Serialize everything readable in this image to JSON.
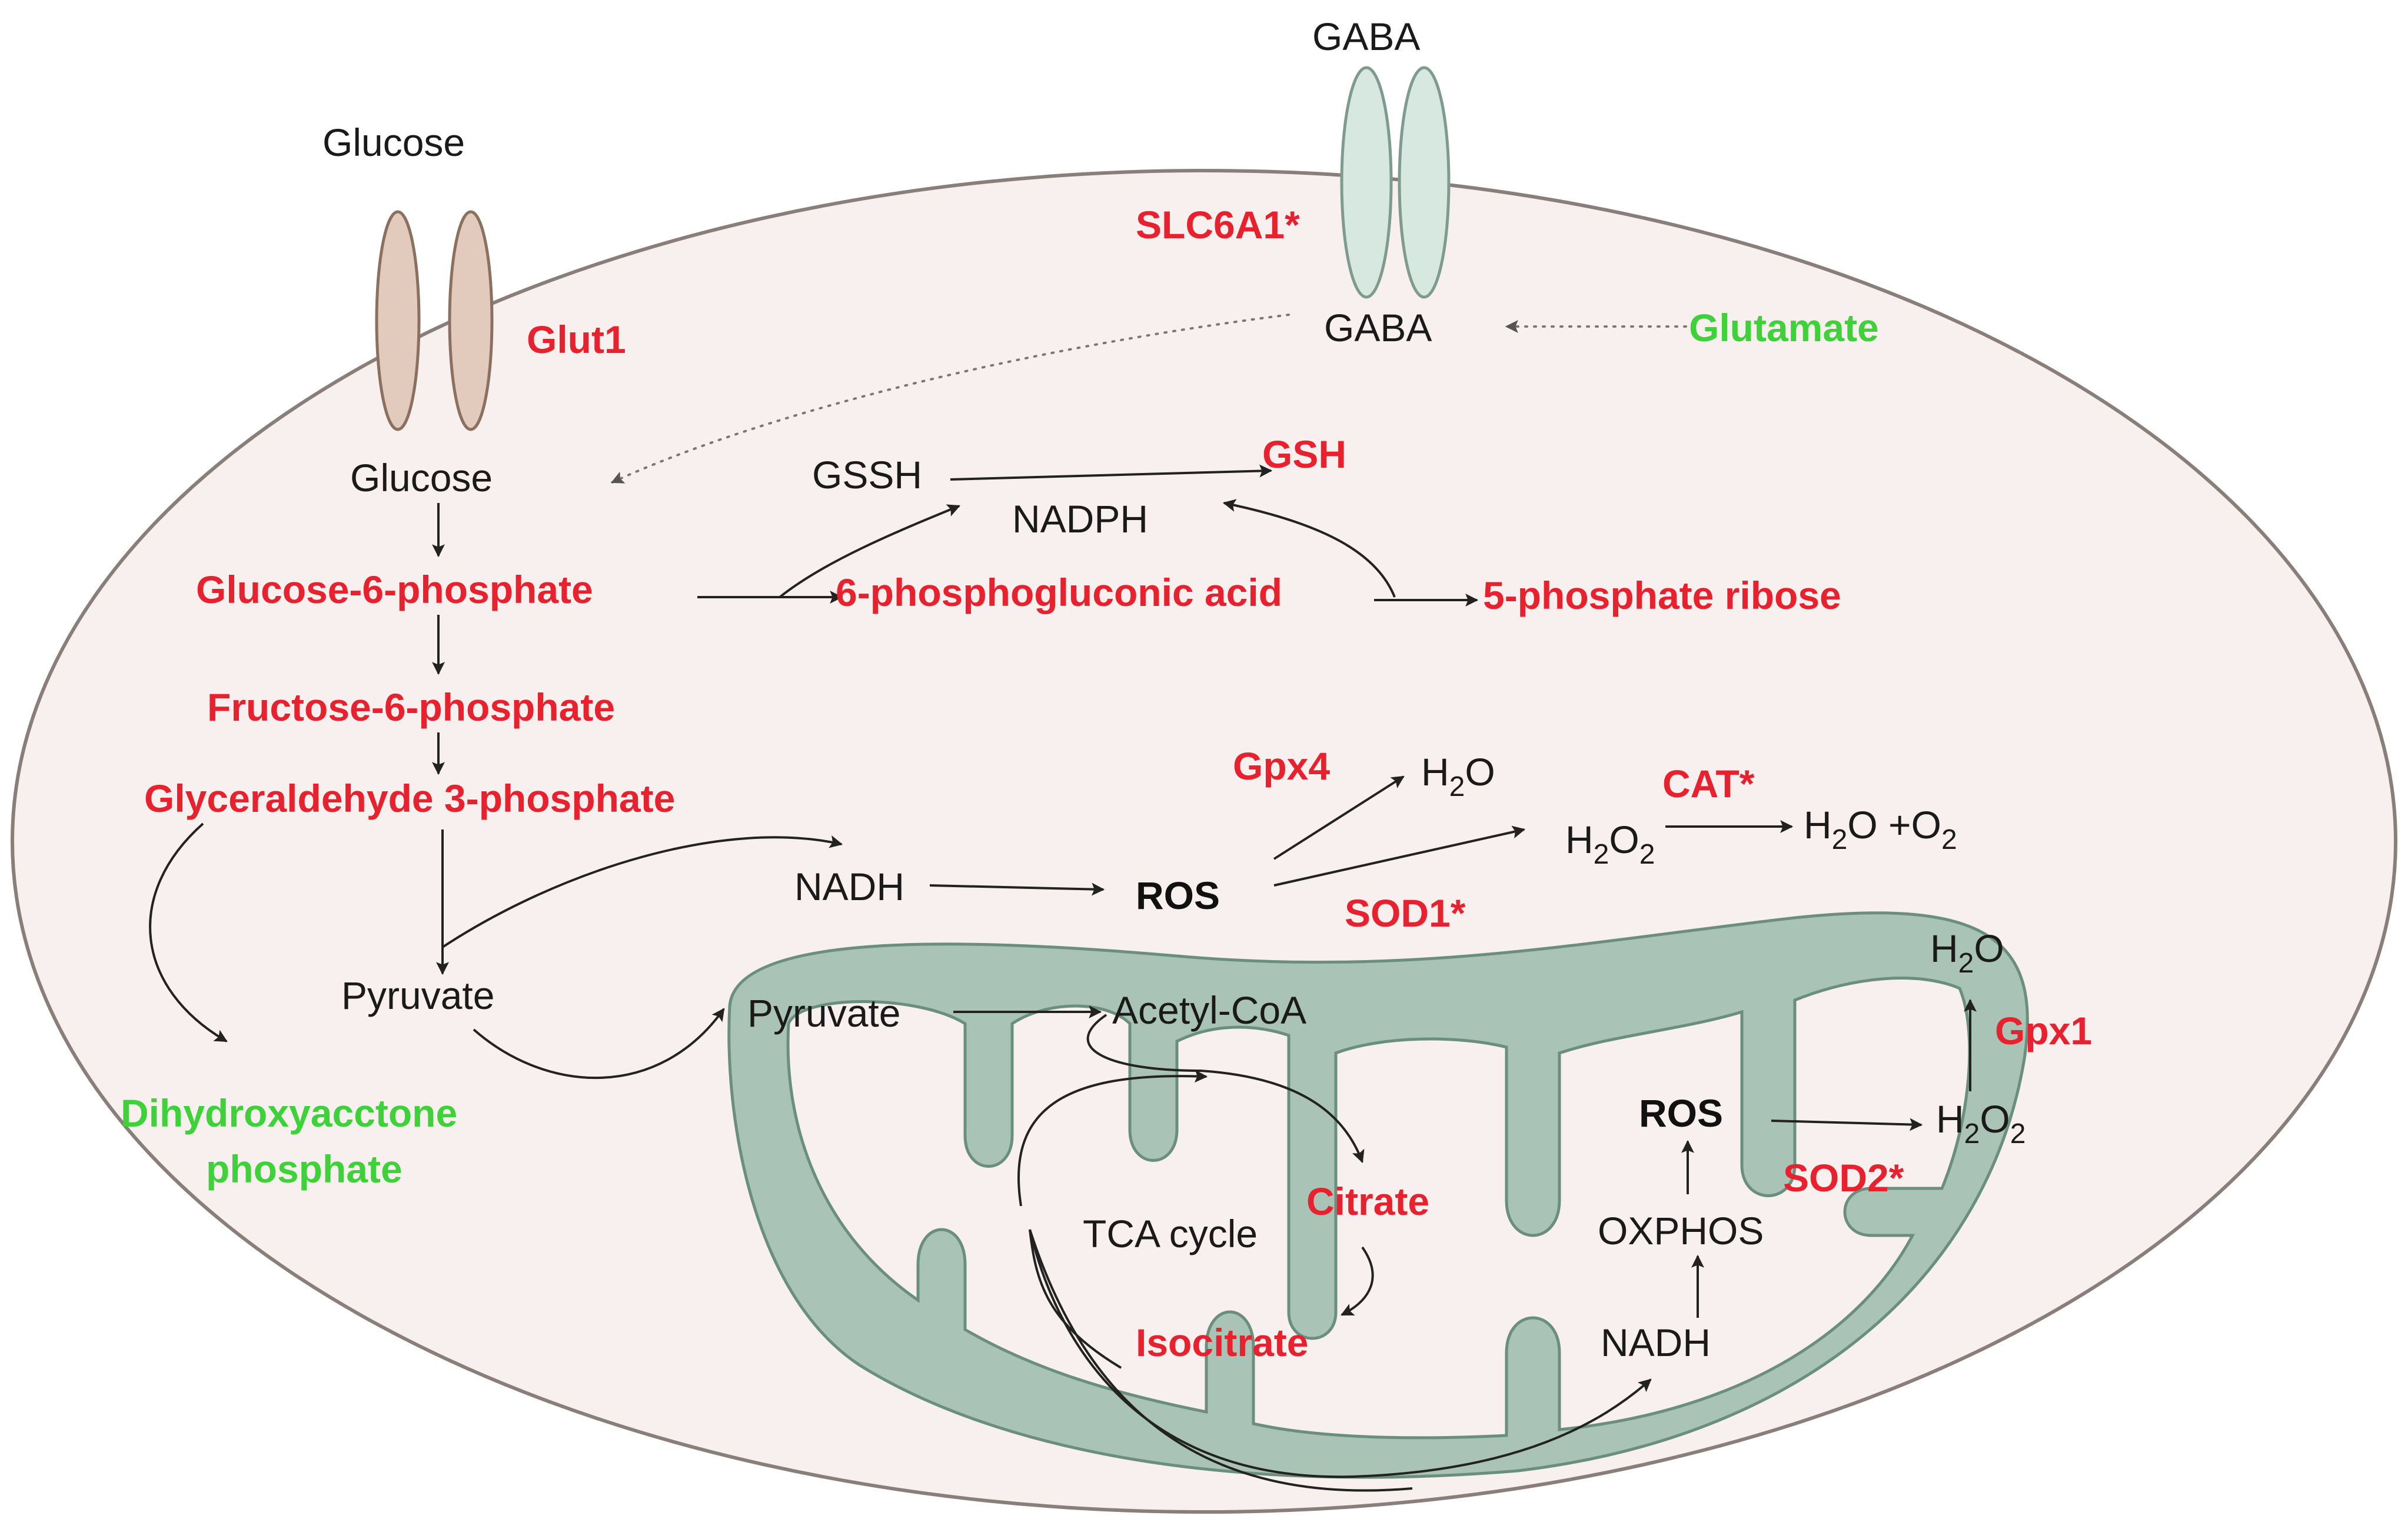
{
  "colors": {
    "cell_fill": "#f8f0ee",
    "cell_stroke": "#8a7e7a",
    "mito_fill": "#a9c3b6",
    "mito_stroke": "#6b8f7e",
    "glut_fill": "#e2cbbd",
    "glut_stroke": "#8b7060",
    "slc_fill": "#d7e8e0",
    "slc_stroke": "#7f9b90",
    "highlight_red": "#e8212e",
    "highlight_green": "#3fd13a"
  },
  "labels": {
    "glucose_outside": "Glucose",
    "gaba_outside": "GABA",
    "slc6a1": "SLC6A1*",
    "glut1": "Glut1",
    "gaba_inside": "GABA",
    "glutamate": "Glutamate",
    "glucose_inside": "Glucose",
    "gssh": "GSSH",
    "gsh": "GSH",
    "nadph": "NADPH",
    "glucose_6_phosphate": "Glucose-6-phosphate",
    "phosphogluconic_acid": "6-phosphogluconic acid",
    "phosphate_ribose": "5-phosphate ribose",
    "fructose_6_phosphate": "Fructose-6-phosphate",
    "glyceraldehyde_3_phosphate": "Glyceraldehyde 3-phosphate",
    "gpx4": "Gpx4",
    "h2o_gpx4": "H",
    "cat": "CAT*",
    "h2o2_cyto": "H",
    "h2o_o2": "H",
    "nadh_cyto": "NADH",
    "ros_cyto": "ROS",
    "sod1": "SOD1*",
    "pyruvate_cyto": "Pyruvate",
    "dihydroxyacetone_line1": "Dihydroxyacctone",
    "dihydroxyacetone_line2": "phosphate",
    "pyruvate_mito": "Pyruvate",
    "acetyl_coa": "Acetyl-CoA",
    "h2o_mito": "H",
    "gpx1": "Gpx1",
    "ros_mito": "ROS",
    "h2o2_mito": "H",
    "sod2": "SOD2*",
    "citrate": "Citrate",
    "tca_cycle": "TCA cycle",
    "oxphos": "OXPHOS",
    "isocitrate": "Isocitrate",
    "nadh_mito": "NADH"
  },
  "formula_parts": {
    "sub_2": "2",
    "o_letter": "O",
    "plus_o": " +O"
  }
}
